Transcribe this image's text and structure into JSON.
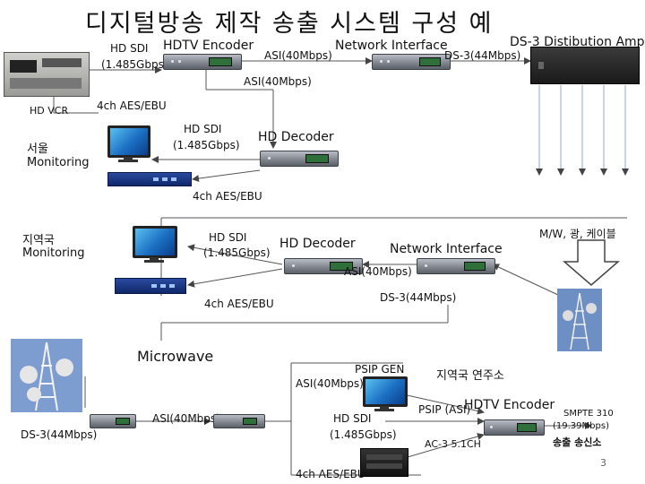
{
  "title": "디지털방송 제작 송출 시스템 구성 예",
  "top": {
    "hd_sdi": "HD SDI",
    "hd_sdi_rate": "(1.485Gbps)",
    "hdtv_encoder": "HDTV Encoder",
    "asi_1": "ASI(40Mbps)",
    "network_interface": "Network Interface",
    "ds3_1": "DS-3(44Mbps)",
    "ds3_dist_amp": "DS-3 Distibution Amp",
    "asi_2": "ASI(40Mbps)",
    "hd_vcr": "HD VCR",
    "aes_1": "4ch AES/EBU"
  },
  "seoul": {
    "label_1": "서울",
    "label_2": "Monitoring",
    "hd_sdi": "HD SDI",
    "hd_sdi_rate": "(1.485Gbps)",
    "hd_decoder": "HD Decoder",
    "aes": "4ch AES/EBU"
  },
  "local": {
    "label_1": "지역국",
    "label_2": "Monitoring",
    "hd_sdi": "HD SDI",
    "hd_sdi_rate": "(1.485Gbps)",
    "hd_decoder": "HD Decoder",
    "network_interface": "Network Interface",
    "mw_cable": "M/W, 광, 케이블",
    "asi": "ASI(40Mbps)",
    "ds3": "DS-3(44Mbps)",
    "aes": "4ch AES/EBU"
  },
  "bottom": {
    "microwave": "Microwave",
    "psip_gen": "PSIP GEN",
    "asi_top": "ASI(40Mbps)",
    "studio": "지역국 연주소",
    "psip_asi": "PSIP (ASI)",
    "hdtv_encoder": "HDTV Encoder",
    "smpte_1": "SMPTE 310",
    "smpte_2": "(19.39Mbps)",
    "smpte_3": "송출 송신소",
    "asi_left": "ASI(40Mbps)",
    "ds3": "DS-3(44Mbps)",
    "hd_sdi": "HD SDI",
    "hd_sdi_rate": "(1.485Gbps)",
    "ac3": "AC-3 5.1CH",
    "aes": "4ch AES/EBU",
    "page_number": "3"
  },
  "colors": {
    "line": "#444444",
    "arrow_box": "#1a4f9c",
    "accent_orange": "#e38a2b"
  }
}
